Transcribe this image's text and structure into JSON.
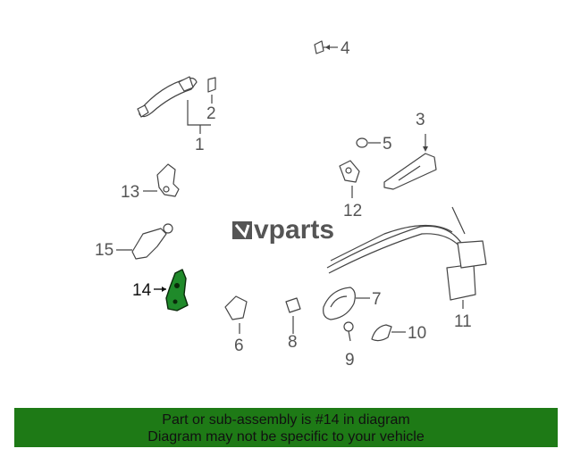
{
  "diagram": {
    "callouts": [
      "1",
      "2",
      "3",
      "4",
      "5",
      "6",
      "7",
      "8",
      "9",
      "10",
      "11",
      "12",
      "13",
      "14",
      "15"
    ],
    "highlighted_part": "14",
    "watermark": "vparts",
    "colors": {
      "highlight": "#1f8a2a",
      "banner": "#1e7a16",
      "linework": "#444444"
    }
  },
  "banner": {
    "line1": "Part or sub-assembly is #14 in diagram",
    "line2": "Diagram may not be specific to your vehicle"
  }
}
